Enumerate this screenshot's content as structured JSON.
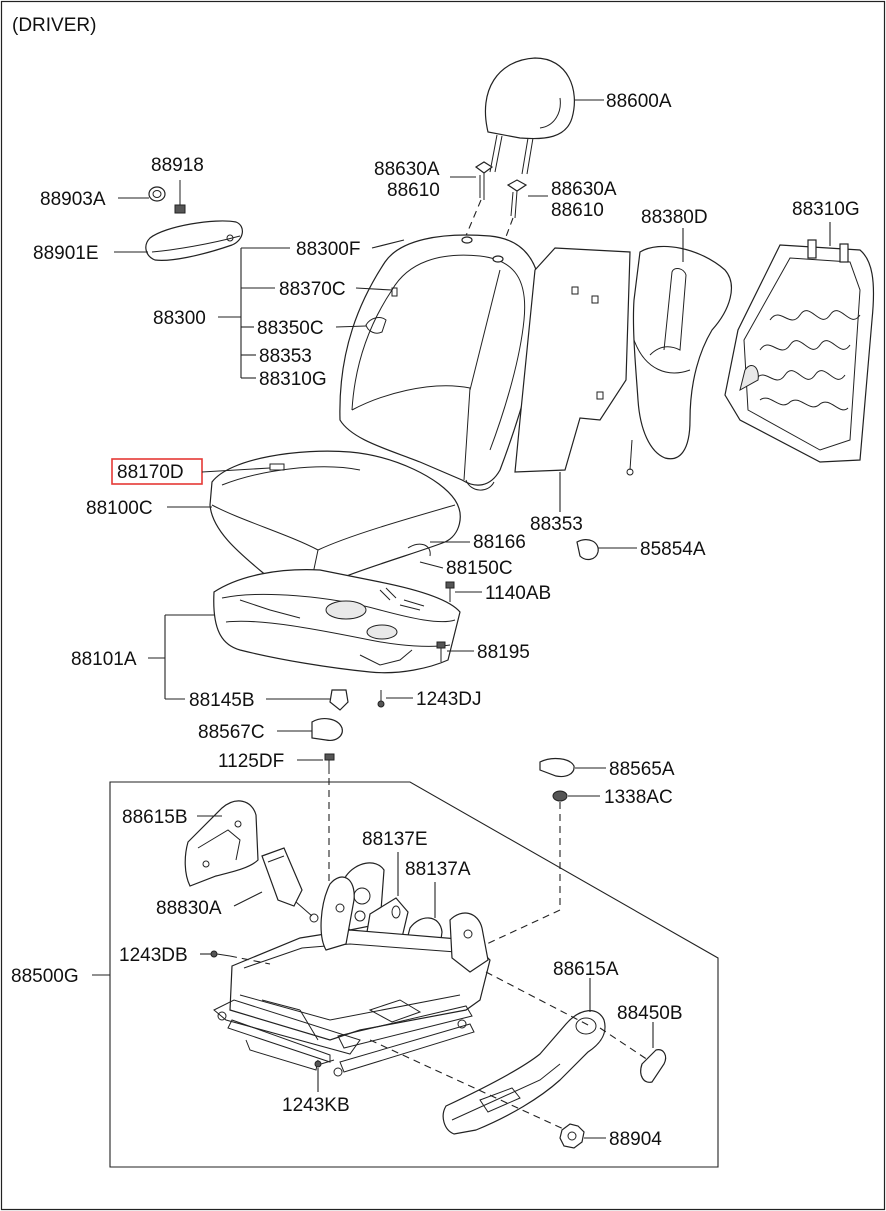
{
  "diagram": {
    "header": "(DRIVER)",
    "highlight_color": "#e53935",
    "labels": {
      "p88600A": "88600A",
      "p88918": "88918",
      "p88903A": "88903A",
      "p88630A_1": "88630A",
      "p88610_1": "88610",
      "p88630A_2": "88630A",
      "p88610_2": "88610",
      "p88380D": "88380D",
      "p88310G_1": "88310G",
      "p88901E": "88901E",
      "p88300F": "88300F",
      "p88370C": "88370C",
      "p88300": "88300",
      "p88350C": "88350C",
      "p88353_1": "88353",
      "p88310G_2": "88310G",
      "p88170D": "88170D",
      "p88100C": "88100C",
      "p88353_2": "88353",
      "p88166": "88166",
      "p85854A": "85854A",
      "p88150C": "88150C",
      "p1140AB": "1140AB",
      "p88101A": "88101A",
      "p88195": "88195",
      "p88145B": "88145B",
      "p1243DJ": "1243DJ",
      "p88567C": "88567C",
      "p1125DF": "1125DF",
      "p88565A": "88565A",
      "p1338AC": "1338AC",
      "p88615B": "88615B",
      "p88137E": "88137E",
      "p88137A": "88137A",
      "p88830A": "88830A",
      "p1243DB": "1243DB",
      "p88500G": "88500G",
      "p88615A": "88615A",
      "p88450B": "88450B",
      "p1243KB": "1243KB",
      "p88904": "88904"
    }
  }
}
